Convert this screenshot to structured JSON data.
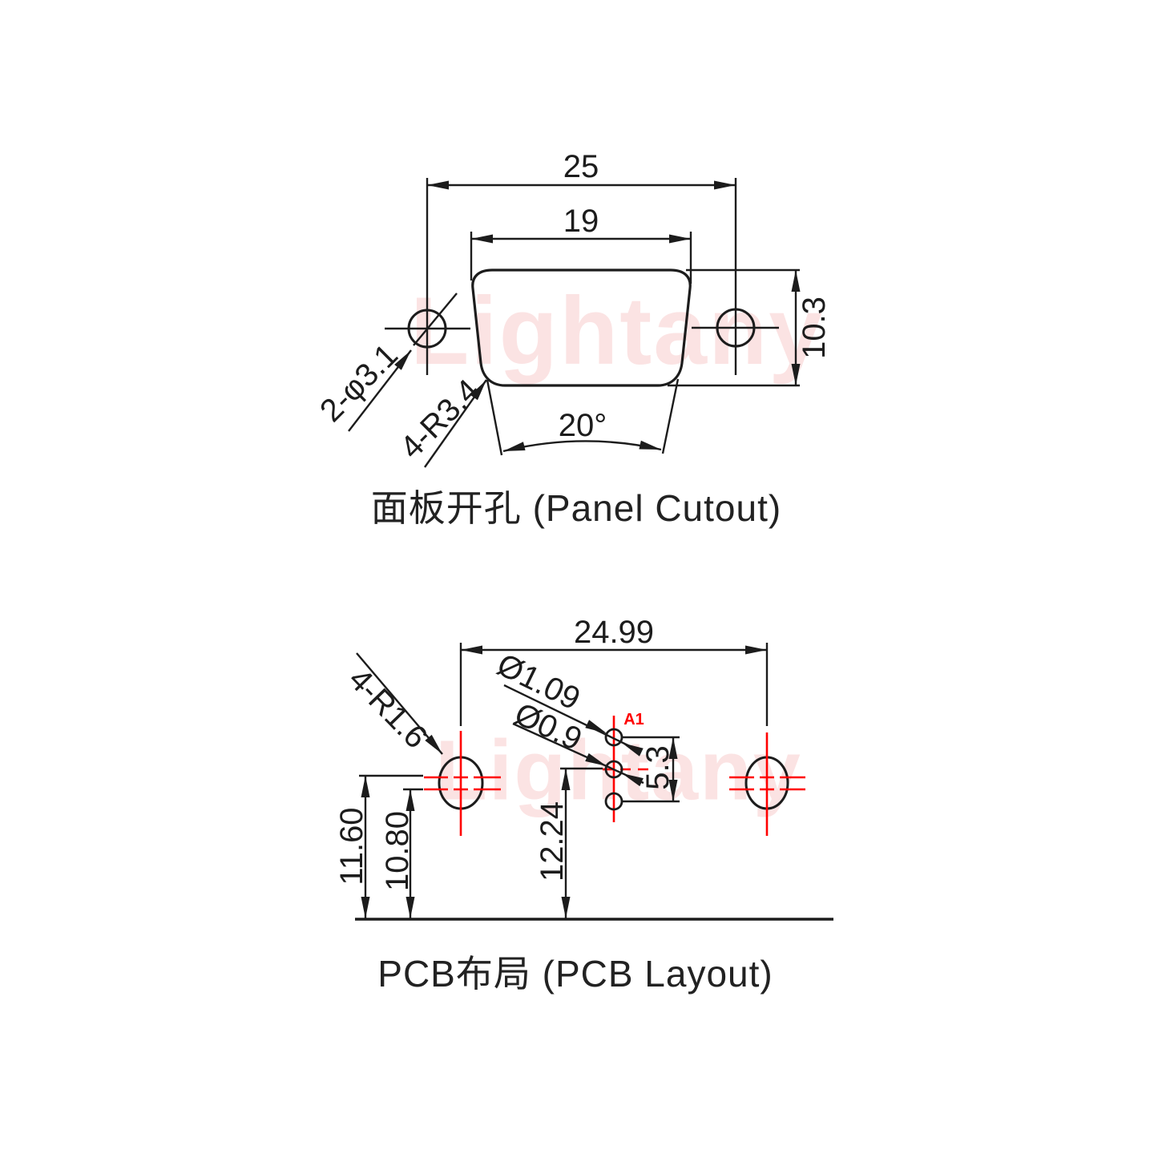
{
  "watermark": {
    "text": "Lightany",
    "color": "#fbe3e3"
  },
  "colors": {
    "line": "#1c1c1c",
    "accent_red": "#ff0000",
    "background": "#ffffff"
  },
  "panel_cutout": {
    "caption": "面板开孔 (Panel Cutout)",
    "dims": {
      "width_outer": "25",
      "width_inner": "19",
      "height": "10.3",
      "angle": "20°"
    },
    "labels": {
      "mount_holes": "2-φ3.1",
      "corner_radius": "4-R3.4"
    }
  },
  "pcb_layout": {
    "caption": "PCB布局 (PCB Layout)",
    "dims": {
      "hole_spacing": "24.99",
      "pin_span": "5.3",
      "height_outer": "11.60",
      "height_inner": "10.80",
      "pin_height": "12.24"
    },
    "labels": {
      "corner_radius": "4-R1.6",
      "pin_dia_outer": "Ø1.09",
      "pin_dia_inner": "Ø0.9",
      "first_pin": "A1"
    }
  }
}
